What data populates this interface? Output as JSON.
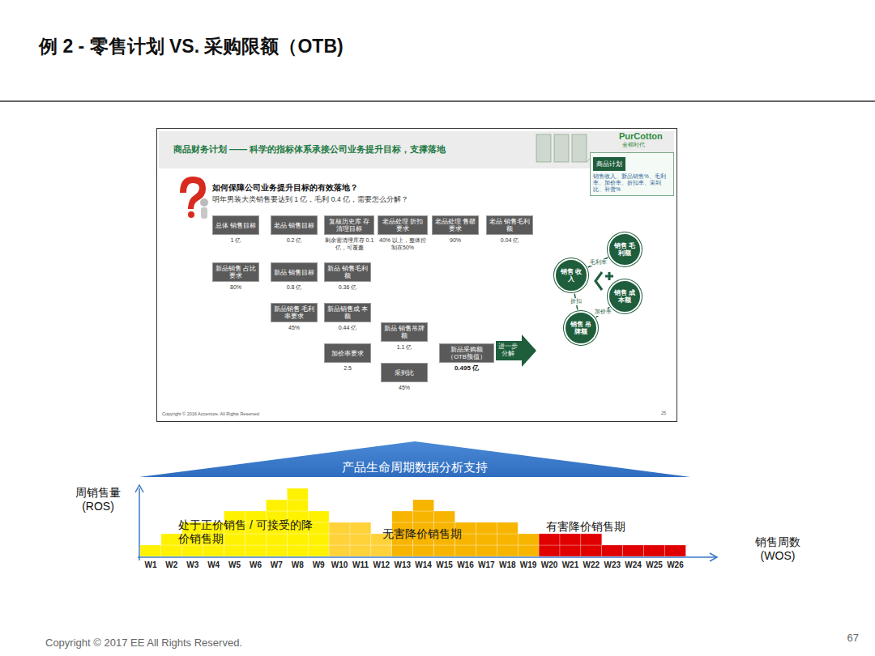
{
  "diagram": {
    "title": "例 2 - 零售计划 VS. 采购限额（OTB)",
    "nodes": [
      {
        "text": [
          "总体 销售目标",
          "1 亿"
        ]
      },
      {
        "text": [
          "老品 销售目标",
          "0.2 亿"
        ]
      },
      {
        "text": [
          "复核历史库 存清理目标",
          "剩余需清理库存 0.1 亿，可覆盖"
        ]
      },
      {
        "text": [
          "老品处理 折扣要求",
          "40% 以上，整体控制在50%"
        ]
      },
      {
        "text": [
          "老品处理 售罄要求",
          "90%"
        ]
      },
      {
        "text": [
          "老品 销售毛利额",
          "0.04 亿"
        ]
      },
      {
        "text": [
          "新品销售 占比要求",
          "80%"
        ]
      },
      {
        "text": [
          "新品 销售目标",
          "0.8 亿"
        ]
      },
      {
        "text": [
          "新品 销售毛利额",
          "0.36 亿"
        ]
      },
      {
        "text": [
          "新品销售 毛利率要求",
          "45%"
        ]
      },
      {
        "text": [
          "新品销售成 本额",
          "0.44 亿"
        ]
      },
      {
        "text": [
          "加价率要求",
          "2.5"
        ]
      },
      {
        "text": [
          "新品 销售吊牌额",
          "1.1 亿"
        ]
      },
      {
        "text": [
          "采到比",
          "45%"
        ]
      },
      {
        "text": [
          "新品采购额 （OTB预值）",
          "0.495 亿"
        ]
      },
      {
        "text": [
          "进一步分解"
        ]
      },
      {
        "text": [
          "销售 收入"
        ]
      },
      {
        "text": [
          "销售 毛利额"
        ]
      },
      {
        "text": [
          "销售 成本额"
        ]
      },
      {
        "text": [
          "销售 吊牌额"
        ]
      },
      {
        "text": [
          "产品生命周期数据分析支持"
        ]
      },
      {
        "text": [
          "商品计划",
          "销售收入、新品销售%、毛利率、加价率、折扣率、采到比、补货%"
        ]
      }
    ],
    "edges": [
      {
        "from": 16,
        "to": 17,
        "arrow": "none",
        "label": "毛利率"
      },
      {
        "from": 16,
        "to": 19,
        "arrow": "none",
        "label": "折扣"
      },
      {
        "from": 19,
        "to": 18,
        "arrow": "none",
        "label": "加价率"
      }
    ],
    "labels": [
      "商品财务计划 —— 科学的指标体系承接公司业务提升目标，支撑落地",
      "PurCotton",
      "全棉时代",
      "如何保障公司业务提升目标的有效落地？",
      "明年男装大类销售要达到 1 亿，毛利 0.4 亿，需要怎么分解？",
      "Copyright © 2016 Accenture. All Rights Reserved",
      "25",
      "周销售量 (ROS)",
      "处于正价销售 / 可接受的降价销售期",
      "无害降价销售期",
      "有害降价销售期",
      "销售周数 (WOS)",
      "W1",
      "W2",
      "W3",
      "W4",
      "W5",
      "W6",
      "W7",
      "W8",
      "W9",
      "W10",
      "W11",
      "W12",
      "W13",
      "W14",
      "W15",
      "W16",
      "W17",
      "W18",
      "W19",
      "W20",
      "W21",
      "W22",
      "W23",
      "W24",
      "W25",
      "W26",
      "Copyright © 2017 EE All Rights Reserved.",
      "67"
    ]
  }
}
